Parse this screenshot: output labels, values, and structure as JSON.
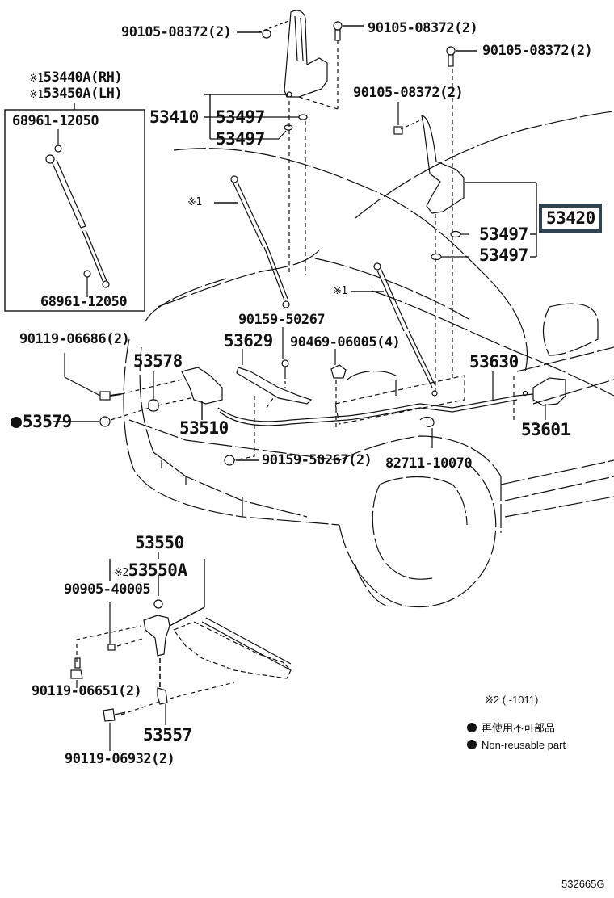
{
  "diagram": {
    "title": "Hood & Hood Latch Parts Diagram",
    "figure_code": "532665G",
    "labels": {
      "bolt_top_left": "90105-08372(2)",
      "bolt_top_center": "90105-08372(2)",
      "bolt_top_right": "90105-08372(2)",
      "bolt_mid_right": "90105-08372(2)",
      "support_rh": "53440A(RH)",
      "support_lh": "53450A(LH)",
      "support_mark": "※1",
      "support_end_top": "68961-12050",
      "support_end_bottom": "68961-12050",
      "hinge_lh": "53410",
      "hinge_lh_cushion_1": "53497",
      "hinge_lh_cushion_2": "53497",
      "hinge_rh": "53420",
      "hinge_rh_cushion_1": "53497",
      "hinge_rh_cushion_2": "53497",
      "strut_mark_left": "※1",
      "strut_mark_right": "※1",
      "screw_90159_top": "90159-50267",
      "lock_control_cable_bracket": "53629",
      "clip_90469": "90469-06005(4)",
      "bolt_90119_06686": "90119-06686(2)",
      "hood_lock_cushion": "53578",
      "hood_lock_plug": "53579",
      "hood_lock": "53510",
      "cable_assy": "53630",
      "release_lever": "53601",
      "screw_90159_bottom": "90159-50267(2)",
      "clamp_82711": "82711-10070",
      "hood_lock_support": "53550",
      "hood_lock_support_a": "53550A",
      "support_a_mark": "※2",
      "pin_90905": "90905-40005",
      "bolt_90119_06651": "90119-06651(2)",
      "bracket_53557": "53557",
      "bolt_90119_06932": "90119-06932(2)"
    },
    "highlighted_part": "53420",
    "legend": {
      "footnote_2": "※2 (      -1011)",
      "non_reusable_jp": "再使用不可部品",
      "non_reusable_en": "Non-reusable part"
    },
    "colors": {
      "highlight_frame": "#2f4450",
      "line": "#111111"
    }
  }
}
